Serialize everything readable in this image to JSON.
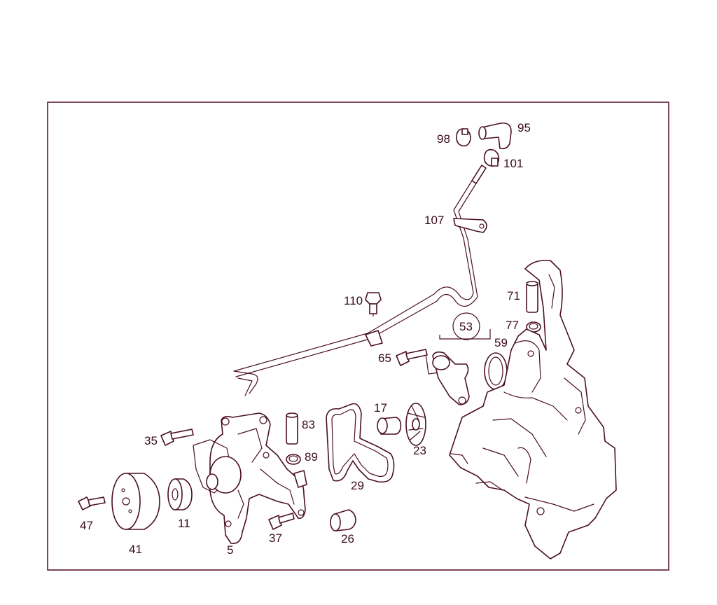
{
  "diagram": {
    "border_color": "#5a1a2a",
    "line_color": "#4a1020",
    "callouts": [
      "95",
      "98",
      "101",
      "107",
      "110",
      "71",
      "77",
      "53",
      "59",
      "65",
      "83",
      "17",
      "23",
      "35",
      "89",
      "29",
      "47",
      "11",
      "41",
      "5",
      "37",
      "26"
    ],
    "circled_callout": "53"
  }
}
